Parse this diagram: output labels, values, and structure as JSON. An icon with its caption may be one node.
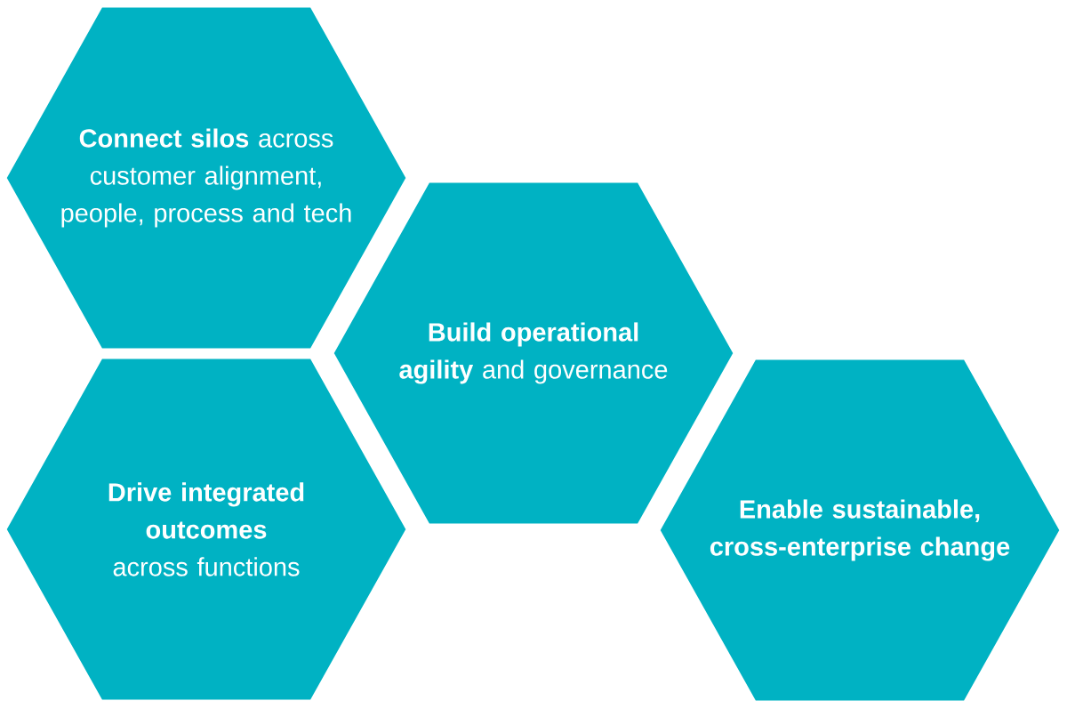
{
  "diagram": {
    "nodes": [
      {
        "text": [
          "**Connect silos** across customer alignment, people, process and tech"
        ]
      },
      {
        "text": [
          "**Build operational agility** and governance"
        ]
      },
      {
        "text": [
          "**Drive integrated outcomes** across functions"
        ]
      },
      {
        "text": [
          "**Enable sustainable, cross-enterprise change**"
        ]
      }
    ]
  }
}
